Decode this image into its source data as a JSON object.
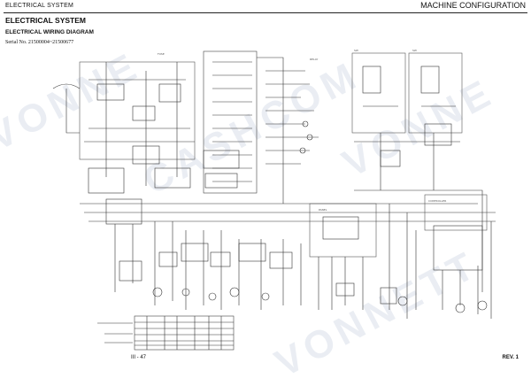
{
  "header": {
    "left": "ELECTRICAL SYSTEM",
    "right": "MACHINE CONFIGURATION"
  },
  "titles": {
    "section": "ELECTRICAL SYSTEM",
    "subsection": "ELECTRICAL WIRING DIAGRAM",
    "serial": "Serial No. 21500004~21500677"
  },
  "footer": {
    "page": "III - 47",
    "rev": "REV. 1"
  },
  "watermark": {
    "text": "VONNETT CASHCOM",
    "color": "#c8d2e0"
  }
}
